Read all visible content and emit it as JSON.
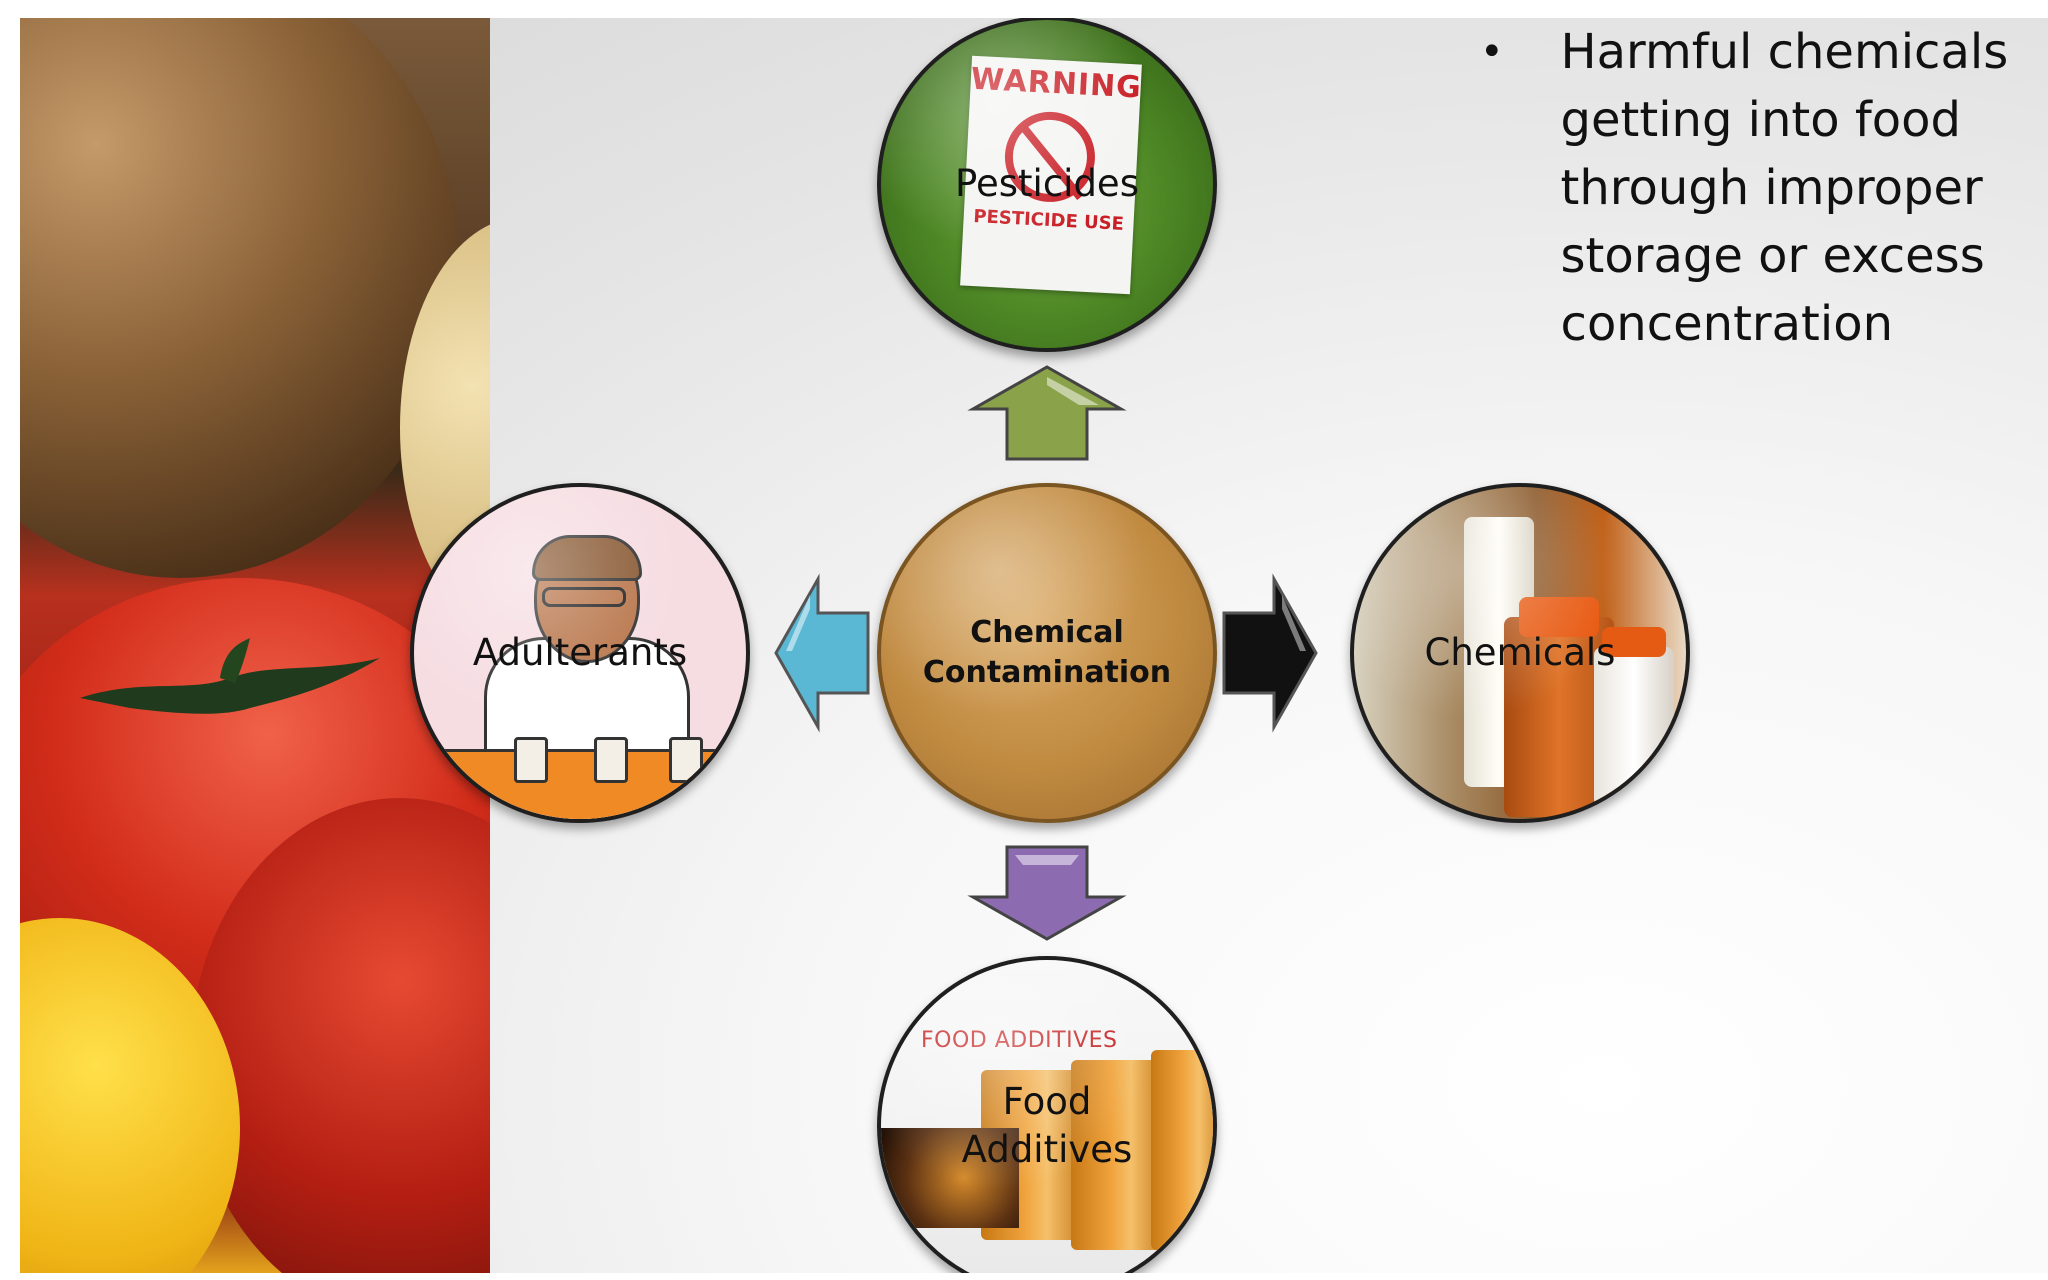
{
  "diagram": {
    "center": {
      "label": "Chemical Contamination"
    },
    "nodes": [
      {
        "id": "pesticides",
        "label": "Pesticides",
        "position": "top"
      },
      {
        "id": "chemicals",
        "label": "Chemicals",
        "position": "right"
      },
      {
        "id": "food-additives",
        "label": "Food Additives",
        "position": "bottom"
      },
      {
        "id": "adulterants",
        "label": "Adulterants",
        "position": "left"
      }
    ],
    "node_art": {
      "pesticide_sign_top": "WARNING",
      "pesticide_sign_bottom": "PESTICIDE USE",
      "additives_banner": "FOOD ADDITIVES"
    },
    "arrow_colors": {
      "up": "#8aa24a",
      "right": "#111111",
      "down": "#8c6bb1",
      "left": "#5bb8d4"
    },
    "center_color": "#c08a41"
  },
  "bullets": [
    "Harmful chemicals getting into food through improper storage or excess concentration"
  ]
}
